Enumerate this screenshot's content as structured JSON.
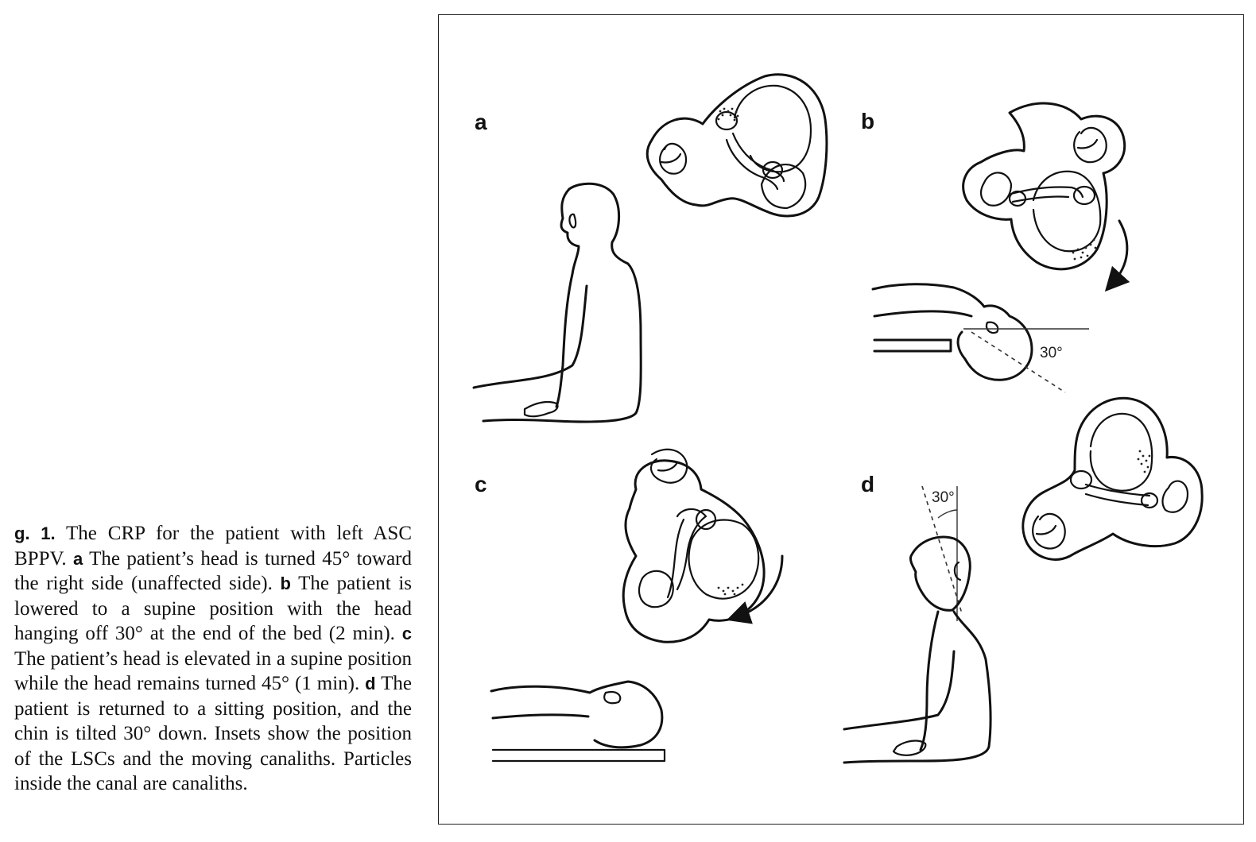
{
  "caption": {
    "fig_label": "g. 1.",
    "intro": " The CRP for the patient with left ASC BPPV. ",
    "a_label": "a",
    "a_text": " The patient’s head is turned 45° toward the right side (unaffected side). ",
    "b_label": "b",
    "b_text": " The patient is lowered to a supine position with the head hanging off 30° at the end of the bed (2 min). ",
    "c_label": "c",
    "c_text": " The patient’s head is elevated in a supine position while the head remains turned 45° (1 min). ",
    "d_label": "d",
    "d_text": " The patient is returned to a sitting position, and the chin is tilted 30° down. Insets show the position of the LSCs and the moving canaliths. Par­ticles inside the canal are canaliths."
  },
  "figure": {
    "panels": [
      "a",
      "b",
      "c",
      "d"
    ],
    "angle_b": "30°",
    "angle_d": "30°"
  }
}
